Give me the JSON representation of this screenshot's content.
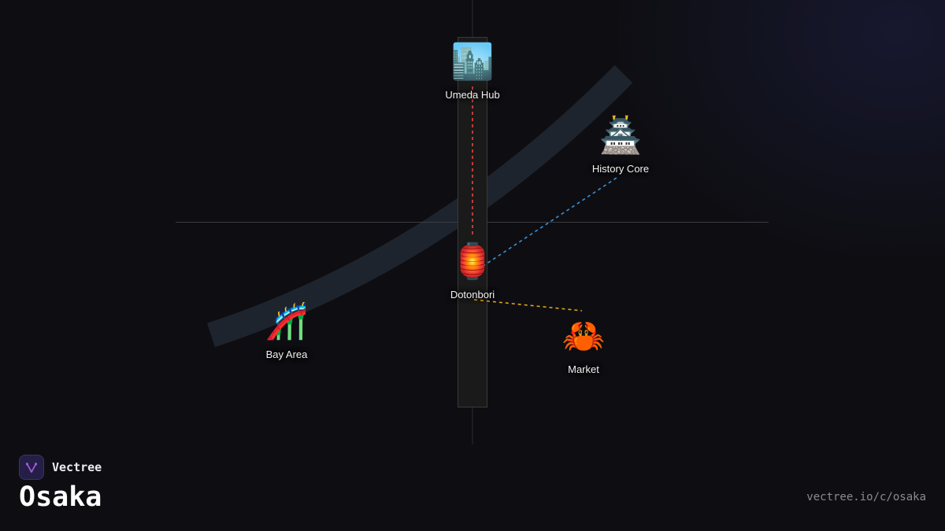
{
  "map": {
    "colors": {
      "background": "#0e0e12",
      "river": "#1e242d",
      "street": "#1a1a1a",
      "street_border": "#3a3a3a",
      "grid_line": "#3c3c40",
      "route_north": "#e8453c",
      "route_northeast": "#3a8fd6",
      "route_east": "#e3a21a"
    },
    "pois": [
      {
        "id": "umeda-hub",
        "label": "Umeda Hub",
        "icon": "cityscape-icon",
        "glyph": "🏙️"
      },
      {
        "id": "history-core",
        "label": "History Core",
        "icon": "castle-icon",
        "glyph": "🏯"
      },
      {
        "id": "dotonbori",
        "label": "Dotonbori",
        "icon": "lantern-icon",
        "glyph": "🏮"
      },
      {
        "id": "bay-area",
        "label": "Bay Area",
        "icon": "roller-coaster-icon",
        "glyph": "🎢"
      },
      {
        "id": "market",
        "label": "Market",
        "icon": "crab-icon",
        "glyph": "🦀"
      }
    ]
  },
  "brand": {
    "name": "Vectree",
    "logo_icon": "vectree-logo-icon",
    "logo_color": "#a35ad8"
  },
  "city": {
    "title": "Osaka"
  },
  "footer": {
    "url": "vectree.io/c/osaka"
  }
}
